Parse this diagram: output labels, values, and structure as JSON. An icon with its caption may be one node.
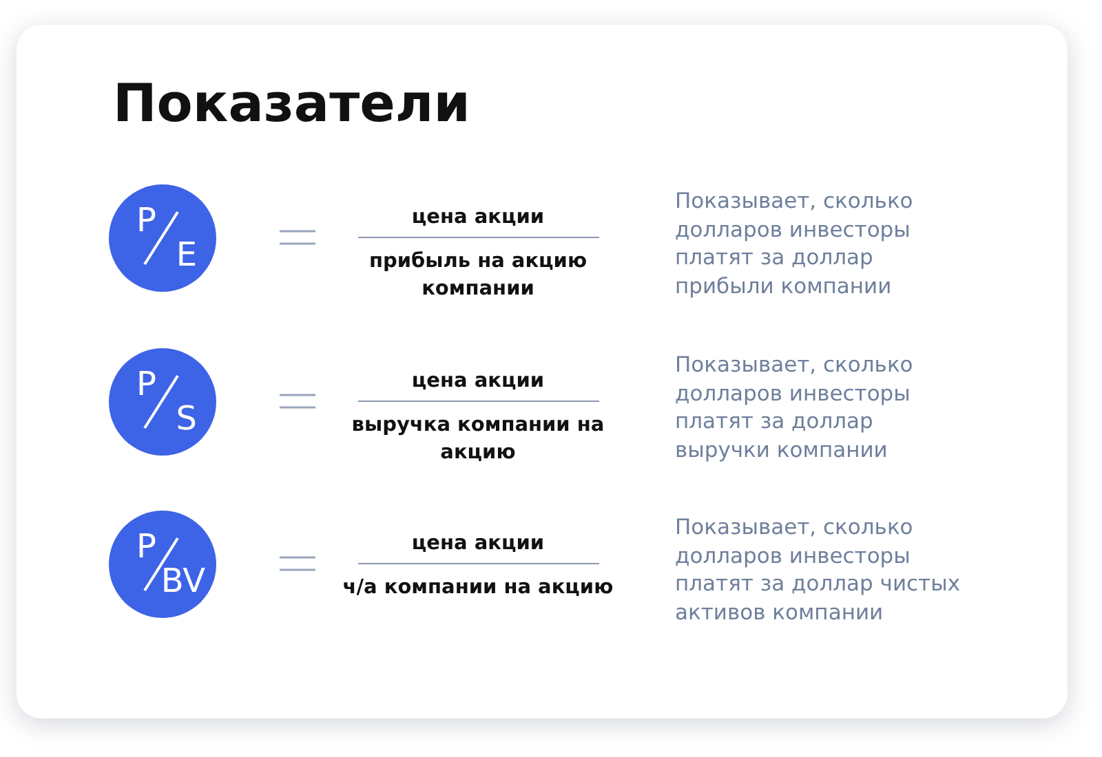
{
  "diagram": {
    "title": "Показатели",
    "nodes": [
      {
        "text": [
          "P",
          "E"
        ]
      },
      {
        "text": [
          "P",
          "S"
        ]
      },
      {
        "text": [
          "P",
          "BV"
        ]
      }
    ],
    "labels": [
      "цена акции",
      "прибыль на акцию компании",
      "Показывает, сколько долларов инвесторы платят за доллар прибыли компании",
      "цена акции",
      "выручка компании на акцию",
      "Показывает, сколько долларов инвесторы платят за доллар выручки компании",
      "цена акции",
      "ч/а компании на акцию",
      "Показывает, сколько долларов инвесторы платят за доллар чистых активов компании"
    ]
  }
}
